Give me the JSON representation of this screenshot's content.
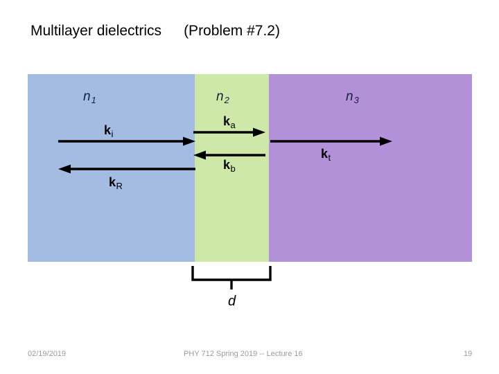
{
  "slide": {
    "title": "Multilayer dielectrics",
    "subtitle": "(Problem #7.2)"
  },
  "diagram": {
    "layers": [
      {
        "label_base": "n",
        "label_sub": "1",
        "color": "#a4bce2",
        "name": "medium-1"
      },
      {
        "label_base": "n",
        "label_sub": "2",
        "color": "#cde8a8",
        "name": "medium-2"
      },
      {
        "label_base": "n",
        "label_sub": "3",
        "color": "#b391d8",
        "name": "medium-3"
      }
    ],
    "vectors": [
      {
        "base": "k",
        "sub": "i",
        "direction": "right",
        "medium": "n1"
      },
      {
        "base": "k",
        "sub": "R",
        "direction": "left",
        "medium": "n1"
      },
      {
        "base": "k",
        "sub": "a",
        "direction": "right",
        "medium": "n2"
      },
      {
        "base": "k",
        "sub": "b",
        "direction": "left",
        "medium": "n2"
      },
      {
        "base": "k",
        "sub": "t",
        "direction": "right",
        "medium": "n3"
      }
    ],
    "thickness_label": "d"
  },
  "footer": {
    "date": "02/19/2019",
    "center": "PHY 712  Spring 2019 -- Lecture 16",
    "page": "19"
  }
}
